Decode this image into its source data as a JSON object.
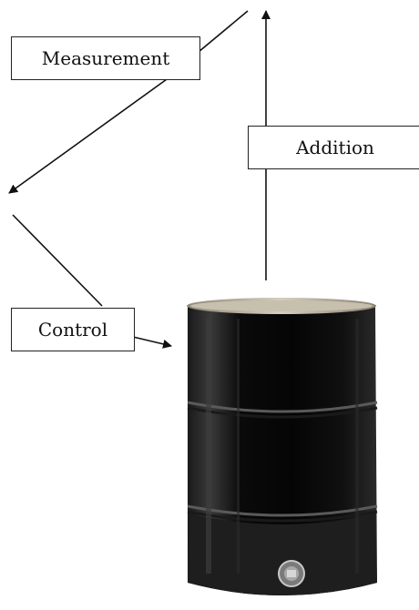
{
  "labels": {
    "measurement": "Measurement",
    "addition": "Addition",
    "control": "Control"
  },
  "colors": {
    "line": "#111111",
    "drum_body": "#0b0b0b",
    "drum_rim": "#b9b2a3",
    "drum_highlight": "#6a6a6a",
    "valve": "#9a9a9a"
  },
  "objects": {
    "drum": "steel-drum",
    "valve": "drain-valve"
  }
}
